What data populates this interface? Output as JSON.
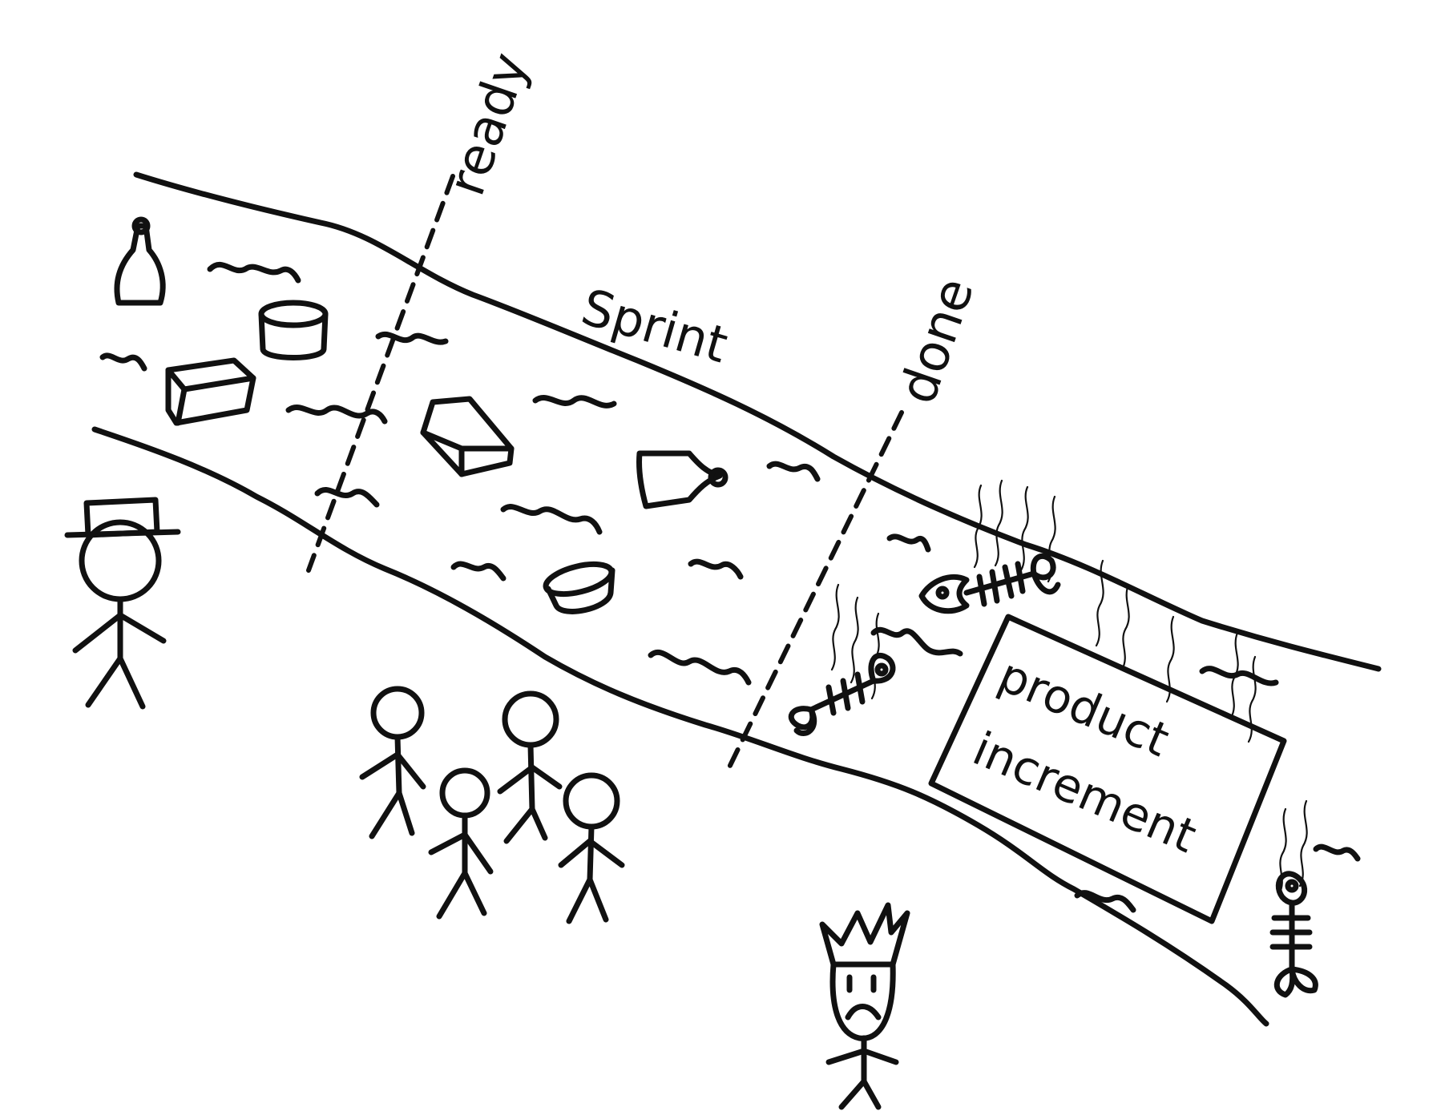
{
  "labels": {
    "ready": "ready",
    "done": "done",
    "sprint": "Sprint",
    "product_line_1": "product",
    "product_line_2": "increment"
  },
  "colors": {
    "ink": "#111111",
    "paper": "#ffffff"
  }
}
